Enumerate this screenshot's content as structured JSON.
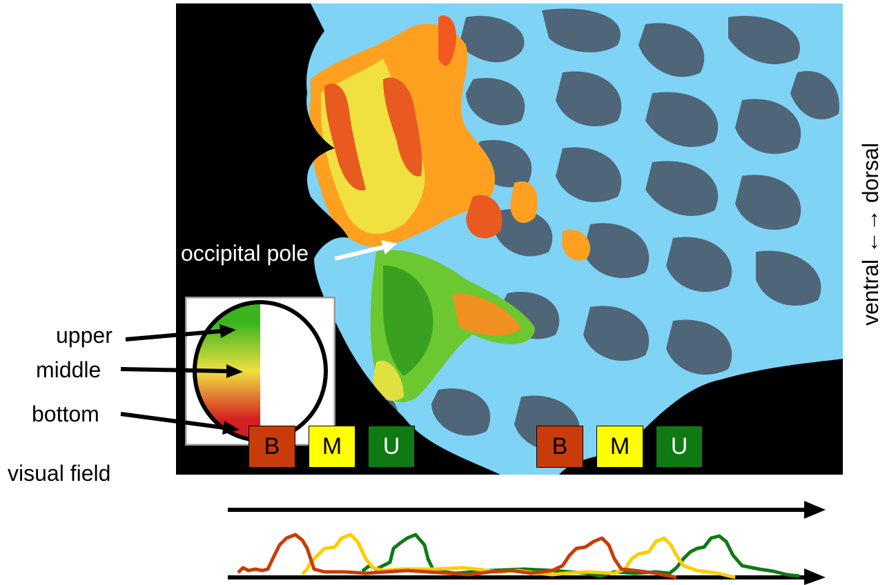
{
  "brain": {
    "pole_label": "occipital pole",
    "background_color": "#000000",
    "sulcus_color": "#4f6578",
    "gyrus_color": "#7fd3f5"
  },
  "axis_label": "ventral ←→ dorsal",
  "visual_field": {
    "caption": "visual field",
    "labels": [
      "upper",
      "middle",
      "bottom"
    ],
    "colors": {
      "upper": "#3ab51e",
      "middle": "#f0e040",
      "bottom": "#d42020"
    }
  },
  "stimulus_sequence": {
    "blocks": [
      {
        "label": "B",
        "color": "#c83c0a"
      },
      {
        "label": "M",
        "color": "#ffff00"
      },
      {
        "label": "U",
        "color": "#0f7a14"
      },
      {
        "label": "B",
        "color": "#c83c0a"
      },
      {
        "label": "M",
        "color": "#ffff00"
      },
      {
        "label": "U",
        "color": "#0f7a14"
      }
    ]
  },
  "responses": {
    "colors": {
      "bottom": "#c83c0a",
      "middle": "#ffcc00",
      "upper": "#0f7a14"
    }
  }
}
